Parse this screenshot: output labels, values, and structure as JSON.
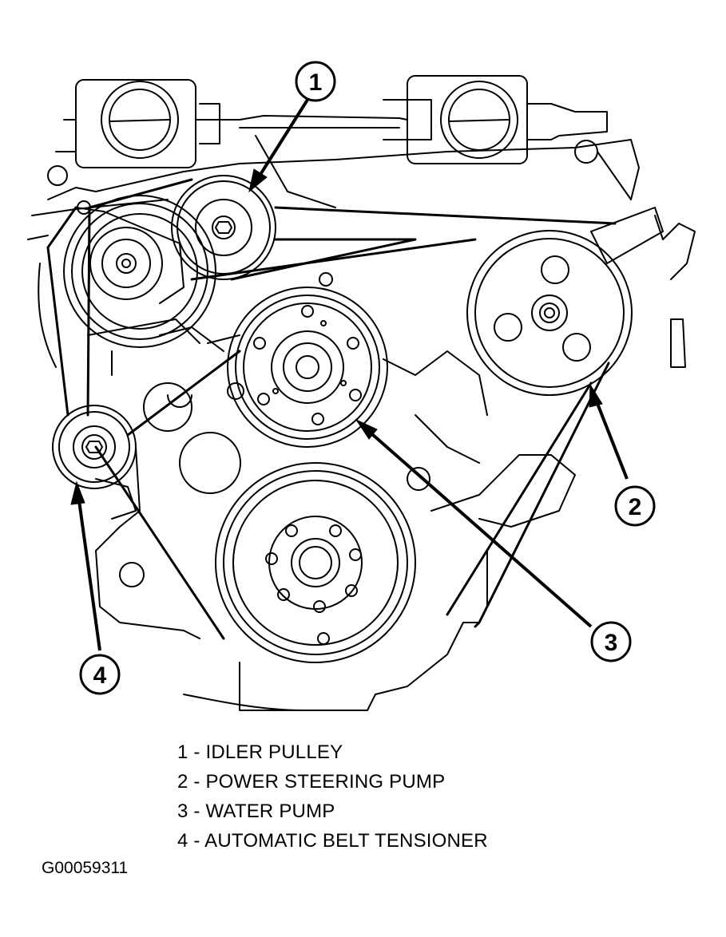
{
  "callouts": [
    {
      "number": "1"
    },
    {
      "number": "2"
    },
    {
      "number": "3"
    },
    {
      "number": "4"
    }
  ],
  "legend": {
    "items": [
      {
        "text": "1 - IDLER PULLEY"
      },
      {
        "text": "2 - POWER STEERING PUMP"
      },
      {
        "text": "3 - WATER PUMP"
      },
      {
        "text": "4 - AUTOMATIC BELT TENSIONER"
      }
    ]
  },
  "figure_id": "G00059311"
}
